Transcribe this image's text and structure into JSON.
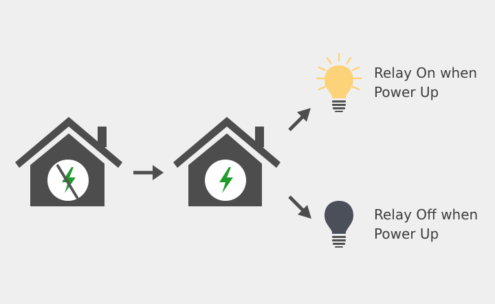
{
  "colors": {
    "background": "#efefef",
    "house": "#4d4d4d",
    "circle": "#ffffff",
    "bolt": "#1f9b2a",
    "slash": "#555555",
    "arrow": "#4d4d4d",
    "bulb_on": "#fdd37a",
    "bulb_on_rays": "#fdd37a",
    "bulb_off": "#4a4f5a",
    "bulb_base": "#4f4f4f",
    "text": "#3d3d3d"
  },
  "labels": {
    "relay_on": {
      "line1": "Relay On when",
      "line2": "Power Up"
    },
    "relay_off": {
      "line1": "Relay Off when",
      "line2": "Power Up"
    }
  }
}
